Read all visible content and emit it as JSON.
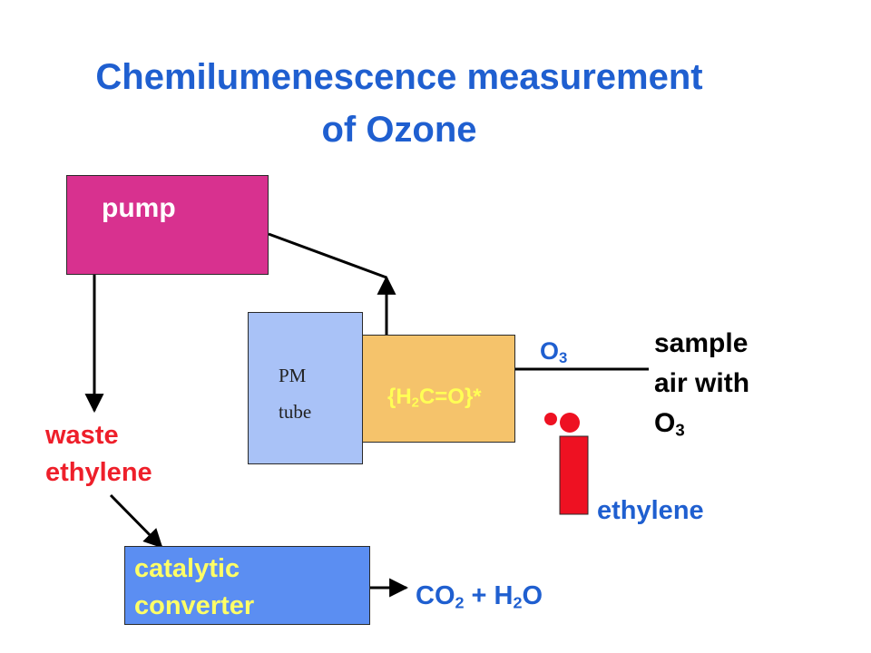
{
  "title": {
    "line1": "Chemilumenescence measurement",
    "line2": "of  Ozone"
  },
  "pump": {
    "label": "pump"
  },
  "pm_tube": {
    "line1": "PM",
    "line2": "tube"
  },
  "reaction_cell": {
    "species_open": "{H",
    "species_sub": "2",
    "species_close": "C=O}*"
  },
  "ozone_label": {
    "base": "O",
    "sub": "3"
  },
  "sample_air": {
    "line1": "sample",
    "line2": "air with",
    "line3_base": "O",
    "line3_sub": "3"
  },
  "ethylene_label": "ethylene",
  "waste_ethylene": {
    "line1": "waste",
    "line2": "ethylene"
  },
  "catalytic_converter": {
    "line1": "catalytic",
    "line2": "converter"
  },
  "products": {
    "part1": "CO",
    "sub1": "2",
    "part2": " + H",
    "sub2": "2",
    "part3": "O"
  },
  "colors": {
    "title_blue": "#1f5fd0",
    "pump_fill": "#d8318f",
    "pm_tube_fill": "#a9c2f7",
    "reaction_cell_fill": "#f5c36b",
    "converter_fill": "#5b8ef2",
    "converter_text": "#ffff66",
    "waste_text": "#ee1f2a",
    "cylinder_red": "#ee1122",
    "arrow_red": "#dd2222",
    "species_text": "#ffff55",
    "label_blue": "#1f5fd0",
    "line_black": "#000000"
  }
}
